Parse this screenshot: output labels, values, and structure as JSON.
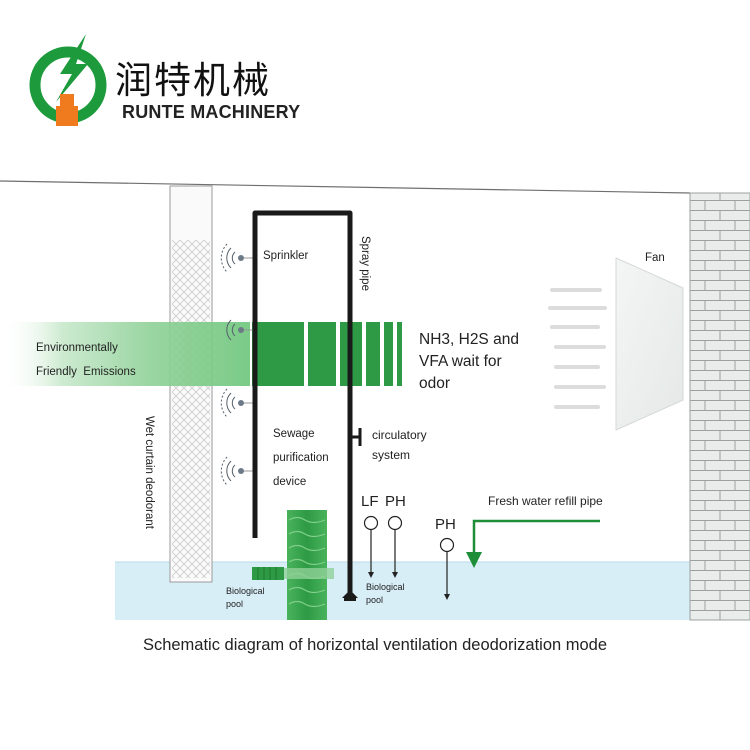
{
  "brand": {
    "name_cn": "润特机械",
    "name_en": "RUNTE MACHINERY",
    "colors": {
      "green": "#1c9a3c",
      "orange": "#f07a1e"
    }
  },
  "diagram": {
    "labels": {
      "sprinkler": "Sprinkler",
      "spray_pipe": "Spray pipe",
      "fan": "Fan",
      "odor": [
        "NH3, H2S and",
        "VFA wait for",
        "odor"
      ],
      "emissions": [
        "Environmentally",
        "Friendly  Emissions"
      ],
      "wet_curtain": "Wet curtain deodorant",
      "sewage_device": [
        "Sewage",
        "purification",
        "device"
      ],
      "circulatory": [
        "circulatory",
        "system"
      ],
      "fresh_water": "Fresh water refill pipe",
      "lf": "LF",
      "ph_1": "PH",
      "ph_2": "PH",
      "pool_left": [
        "Biological",
        "pool"
      ],
      "pool_right": [
        "Biological",
        "pool"
      ]
    },
    "colors": {
      "green_dark": "#1f8e38",
      "green_light": "#9fd8a6",
      "water": "#d6eef7",
      "brick": "#cfd4d2",
      "pipe": "#1a1a1a"
    }
  },
  "caption": "Schematic diagram of horizontal ventilation deodorization mode"
}
